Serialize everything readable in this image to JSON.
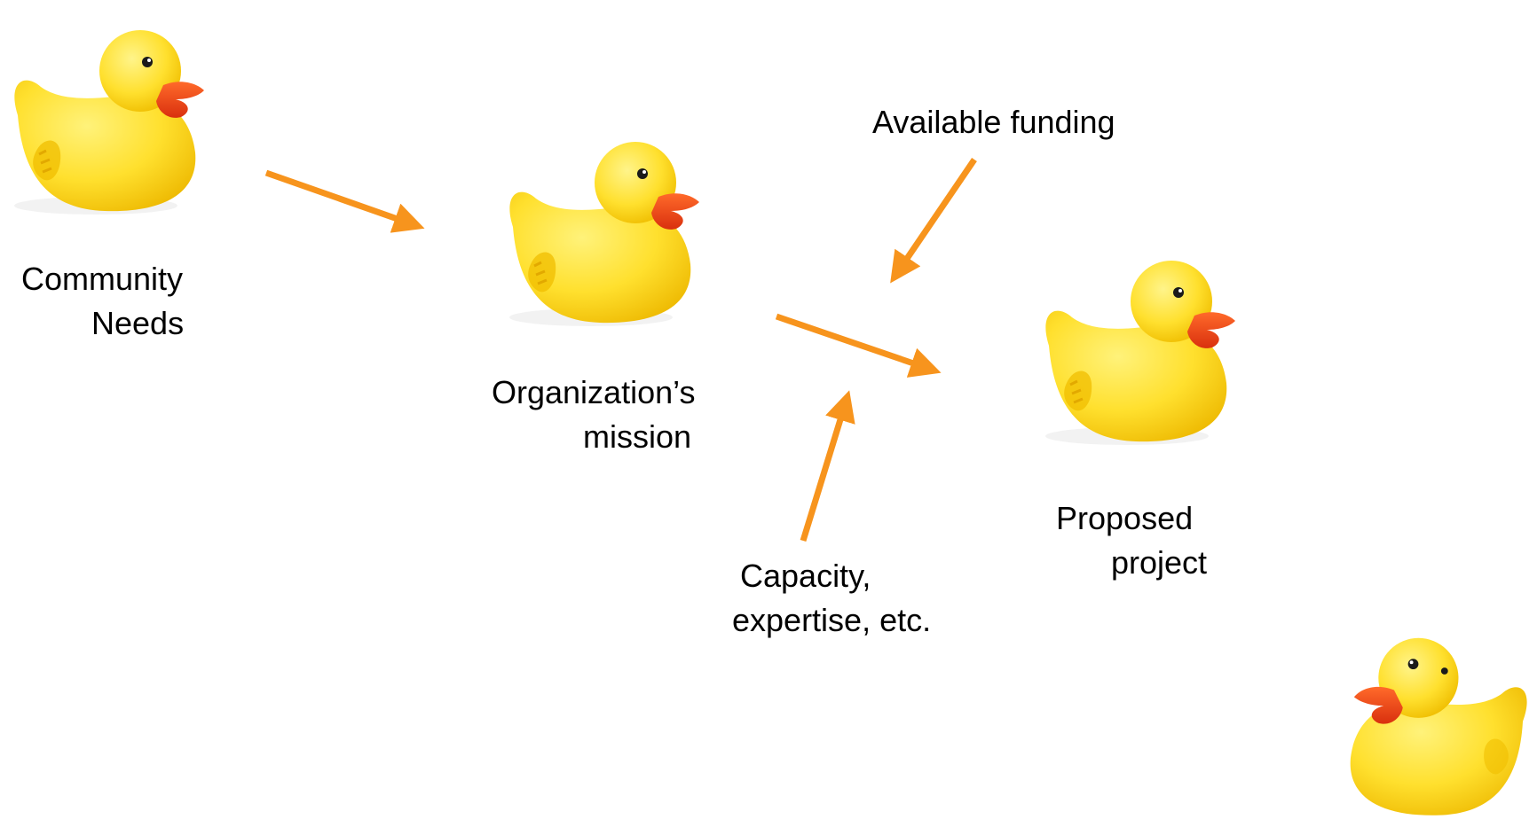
{
  "diagram": {
    "nodes": {
      "community_needs": {
        "line1": "Community",
        "line2": "Needs"
      },
      "organization_mission": {
        "line1": "Organization’s",
        "line2": "mission"
      },
      "proposed_project": {
        "line1": "Proposed",
        "line2": "project"
      }
    },
    "inputs": {
      "available_funding": "Available funding",
      "capacity": {
        "line1": "Capacity,",
        "line2": "expertise, etc."
      }
    },
    "colors": {
      "arrow": "#F7941D",
      "duck_body": "#FFE02E",
      "duck_shade": "#F2C200",
      "beak": "#F2481B",
      "background": "#FFFFFF"
    },
    "icons": [
      "rubber-duck-icon",
      "arrow-icon"
    ]
  }
}
